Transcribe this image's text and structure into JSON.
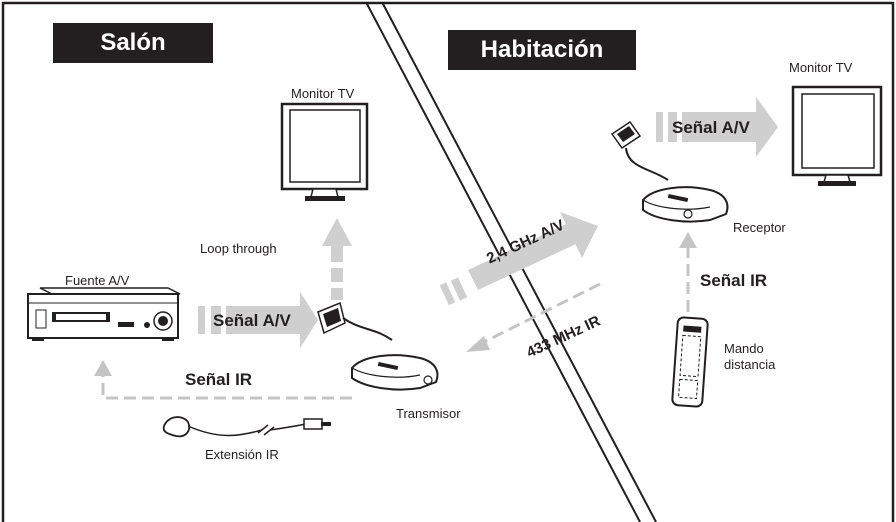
{
  "rooms": {
    "left": "Salón",
    "right": "Habitación"
  },
  "devices": {
    "monitor_left": "Monitor TV",
    "monitor_right": "Monitor TV",
    "loop_through": "Loop through",
    "source": "Fuente A/V",
    "transmitter": "Transmisor",
    "receiver": "Receptor",
    "ir_extension": "Extensión IR",
    "remote_line1": "Mando",
    "remote_line2": "distancia"
  },
  "signals": {
    "av_left": "Señal A/V",
    "ir_left": "Señal IR",
    "av_right": "Señal A/V",
    "ir_right": "Señal IR",
    "wireless_av": "2,4 GHz A/V",
    "wireless_ir": "433 MHz IR"
  },
  "colors": {
    "border": "#231f20",
    "label_bg": "#231f20",
    "arrow_gray": "#c8c8c8",
    "dashed_gray": "#bdbdbd"
  }
}
